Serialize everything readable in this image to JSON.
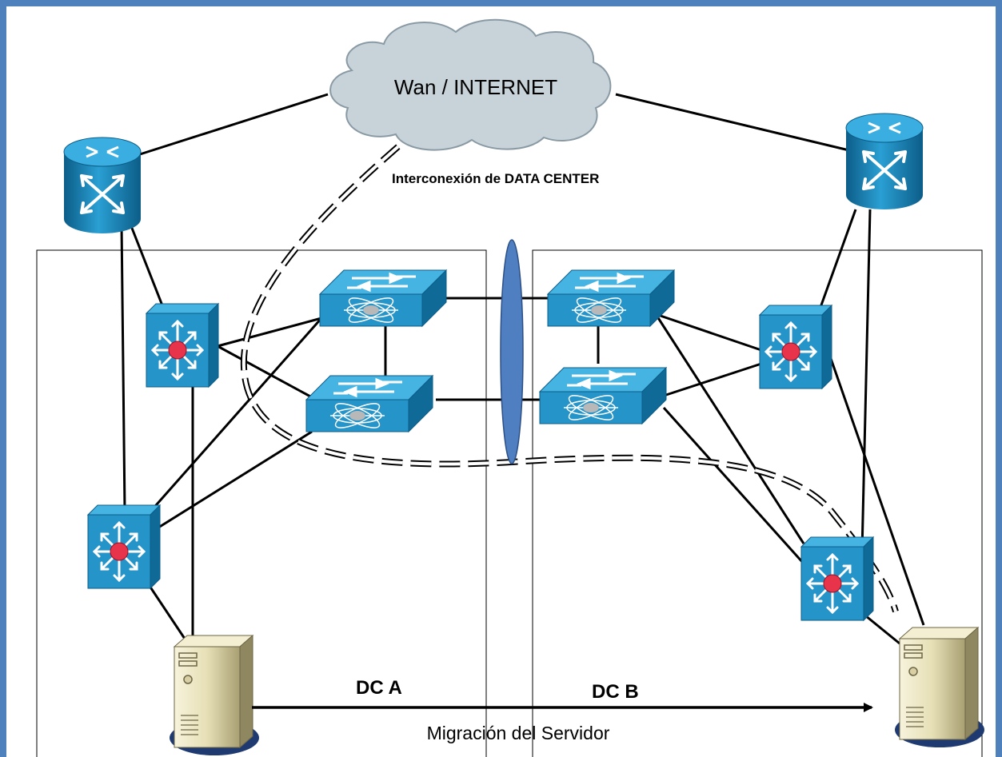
{
  "cloud_label": "Wan / INTERNET",
  "interconnect_label": "Interconexión de DATA CENTER",
  "dc_a_label": "DC A",
  "dc_b_label": "DC B",
  "migration_label": "Migración del Servidor",
  "colors": {
    "frame": "#4f81bd",
    "device_blue": "#1e8fc4",
    "device_dark": "#0f6a98",
    "cloud": "#c8d3d9",
    "core_red": "#e8344a",
    "ellipse": "#4f7fc0"
  }
}
